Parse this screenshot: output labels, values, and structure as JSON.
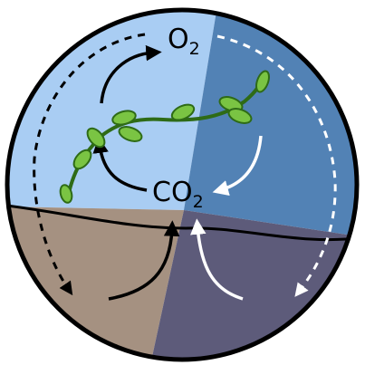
{
  "labels": {
    "o2": {
      "main": "O",
      "sub": "2"
    },
    "co2": {
      "main": "CO",
      "sub": "2"
    }
  },
  "colors": {
    "sky_light": "#a9cdf3",
    "sky_dark": "#5282b5",
    "ground_light": "#a59181",
    "ground_dark": "#5d5b7a",
    "outline": "#000000",
    "leaf_fill": "#7ac443",
    "leaf_stroke": "#2e6b16",
    "arrow_light_side": "#000000",
    "arrow_dark_side": "#ffffff"
  },
  "icons": {
    "plant": "vine-plant-icon",
    "cycle_arrows": "curved-arrow-icon"
  }
}
